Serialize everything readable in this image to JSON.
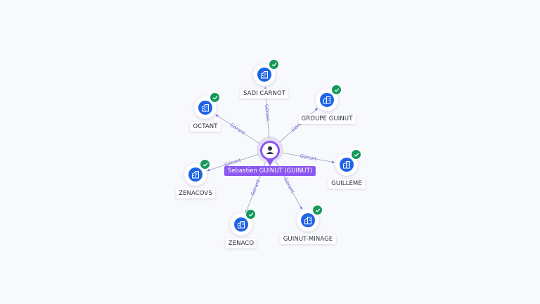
{
  "center": {
    "name": "Sebastien GUINUT (GUINUT)",
    "icon": "person-icon",
    "color": "#8b57f0"
  },
  "companies": [
    {
      "name": "SADI CARNOT",
      "relation": "Gérant",
      "icon": "company-building-icon",
      "verified": true
    },
    {
      "name": "GROUPE GUINUT",
      "relation": "Gérant",
      "icon": "company-building-icon",
      "verified": true
    },
    {
      "name": "GUILLEME",
      "relation": "Gérant",
      "icon": "company-building-icon",
      "verified": true
    },
    {
      "name": "GUINUT-MINAGE",
      "relation": "Gérant",
      "icon": "company-building-icon",
      "verified": true
    },
    {
      "name": "ZENACO",
      "relation": "Gérant",
      "icon": "company-building-icon",
      "verified": true
    },
    {
      "name": "ZENACOVS",
      "relation": "Gérant",
      "icon": "company-building-icon",
      "verified": true
    },
    {
      "name": "OCTANT",
      "relation": "Gérant",
      "icon": "company-building-icon",
      "verified": true
    }
  ],
  "colors": {
    "company": "#1f64e6",
    "verified": "#14995b",
    "edge": "#9aa0b8",
    "edge_label": "#7a6ed8"
  }
}
